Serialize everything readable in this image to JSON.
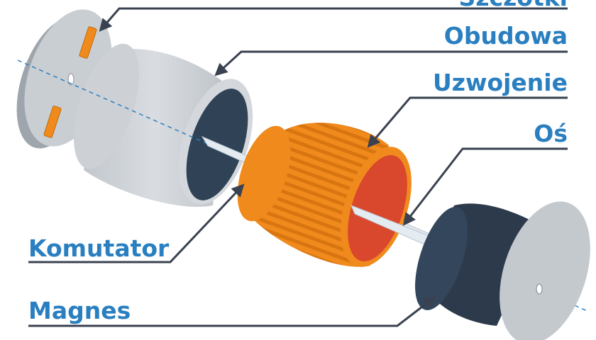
{
  "labels": {
    "brushes": "Szczotki",
    "housing": "Obudowa",
    "winding": "Uzwojenie",
    "shaft": "Oś",
    "commutator": "Komutator",
    "magnet": "Magnes"
  },
  "colors": {
    "label_text": "#2a7fc0",
    "leader_line": "#3a4150",
    "axis_dashed": "#2a7fc0",
    "housing_light": "#d4d8dc",
    "housing_dark": "#b9bec4",
    "housing_inner": "#2f4256",
    "winding_orange": "#f08a1c",
    "winding_red": "#d9472c",
    "commutator_green": "#1f9e7a",
    "magnet_navy": "#2c3a4c",
    "brush_orange": "#f08a1c",
    "shaft": "#e4ecf2"
  }
}
